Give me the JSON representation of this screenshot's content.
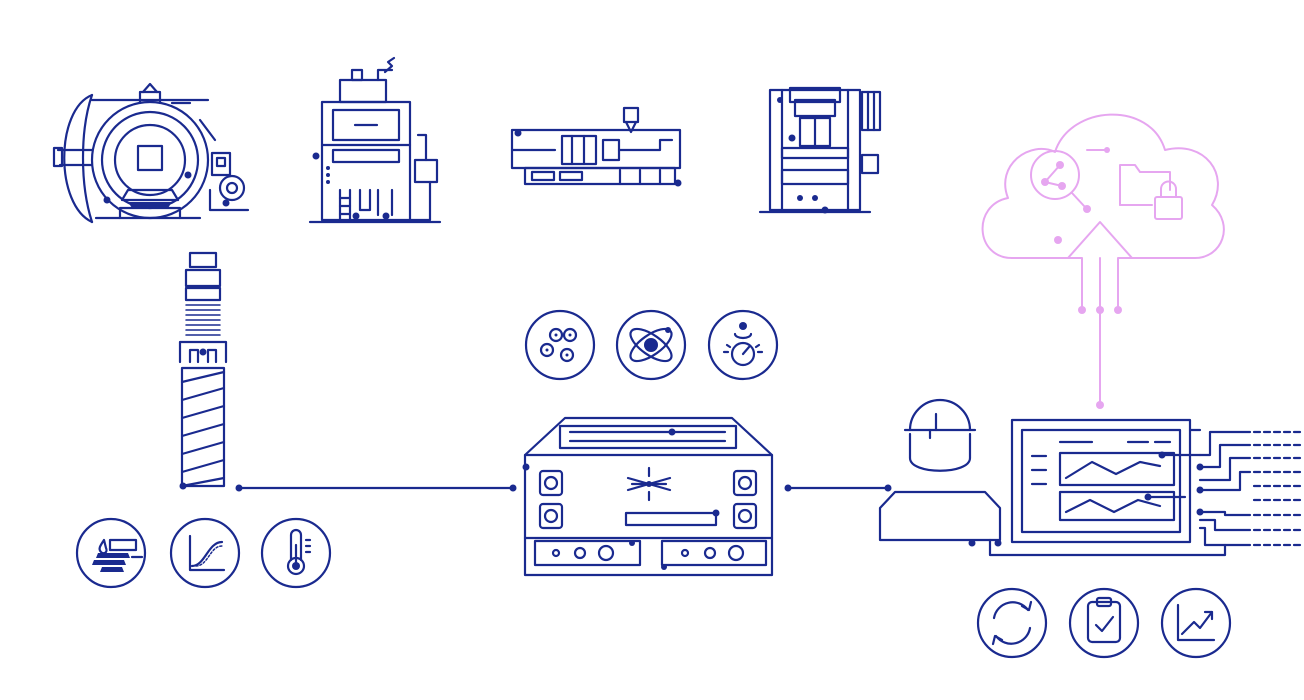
{
  "colors": {
    "line": "#1a2a8f",
    "cloud": "#e6a6f0",
    "background": "#ffffff"
  },
  "machines": [
    {
      "name": "autoclave",
      "icon": "autoclave-icon"
    },
    {
      "name": "oven-press",
      "icon": "oven-press-icon"
    },
    {
      "name": "injection-molding-machine",
      "icon": "injection-molding-icon"
    },
    {
      "name": "hydraulic-press",
      "icon": "hydraulic-press-icon"
    }
  ],
  "sensor": {
    "icon": "probe-sensor-icon"
  },
  "sensor_badges": [
    "moisture-cure-icon",
    "cure-curve-icon",
    "thermometer-icon"
  ],
  "controller": {
    "icon": "data-acquisition-unit-icon"
  },
  "controller_badges": [
    "gears-icon",
    "atom-icon",
    "gauge-icon"
  ],
  "operator": {
    "icon": "operator-icon"
  },
  "monitor": {
    "icon": "monitor-dashboard-icon"
  },
  "monitor_badges": [
    "sync-icon",
    "clipboard-check-icon",
    "trend-chart-icon"
  ],
  "cloud": {
    "icon": "cloud-icon",
    "inner_icons": [
      "network-search-icon",
      "folder-lock-icon",
      "upload-arrow-icon"
    ]
  }
}
